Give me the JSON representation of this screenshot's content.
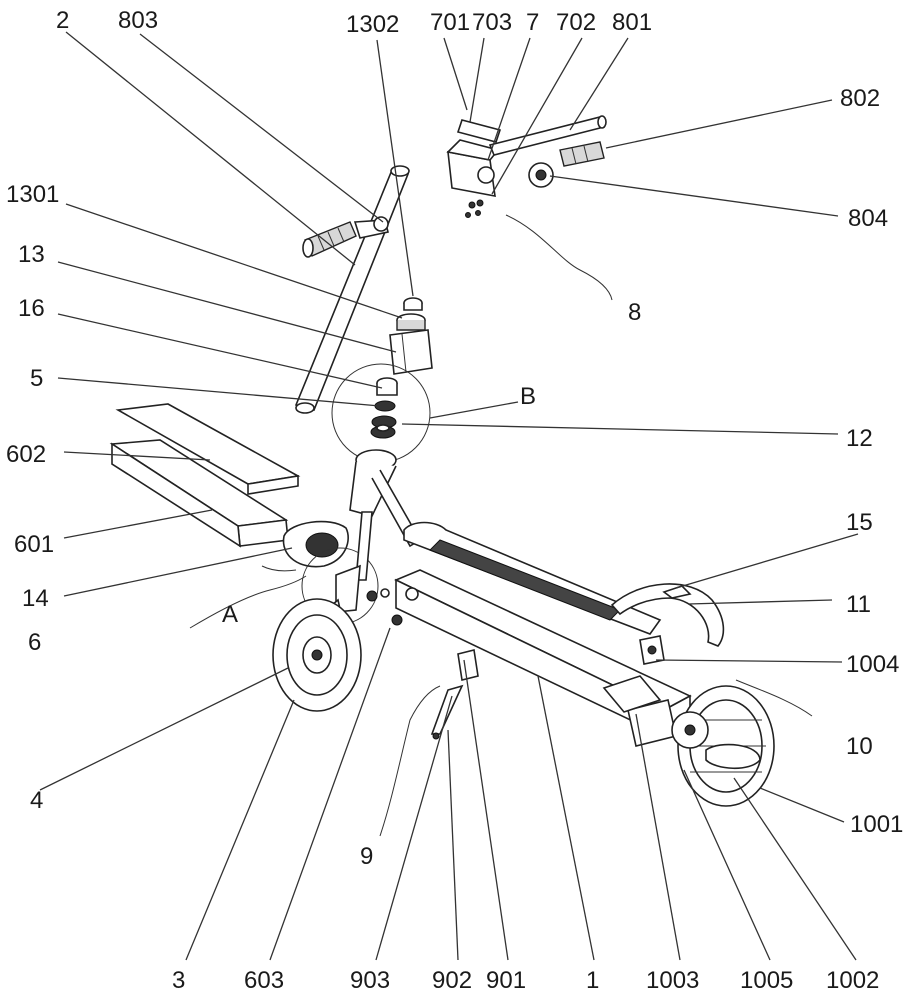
{
  "labels": {
    "l2": "2",
    "l803": "803",
    "l1302": "1302",
    "l701": "701",
    "l703": "703",
    "l7": "7",
    "l702": "702",
    "l801": "801",
    "l802": "802",
    "l804": "804",
    "l8": "8",
    "l1301": "1301",
    "l13": "13",
    "l16": "16",
    "l5": "5",
    "lB": "B",
    "l12": "12",
    "l602": "602",
    "l601": "601",
    "l15": "15",
    "l14": "14",
    "l11": "11",
    "lA": "A",
    "l6": "6",
    "l1004": "1004",
    "l10": "10",
    "l4": "4",
    "l1001": "1001",
    "l9": "9",
    "l3": "3",
    "l603": "603",
    "l903": "903",
    "l902": "902",
    "l901": "901",
    "l1": "1",
    "l1003": "1003",
    "l1005": "1005",
    "l1002": "1002"
  }
}
